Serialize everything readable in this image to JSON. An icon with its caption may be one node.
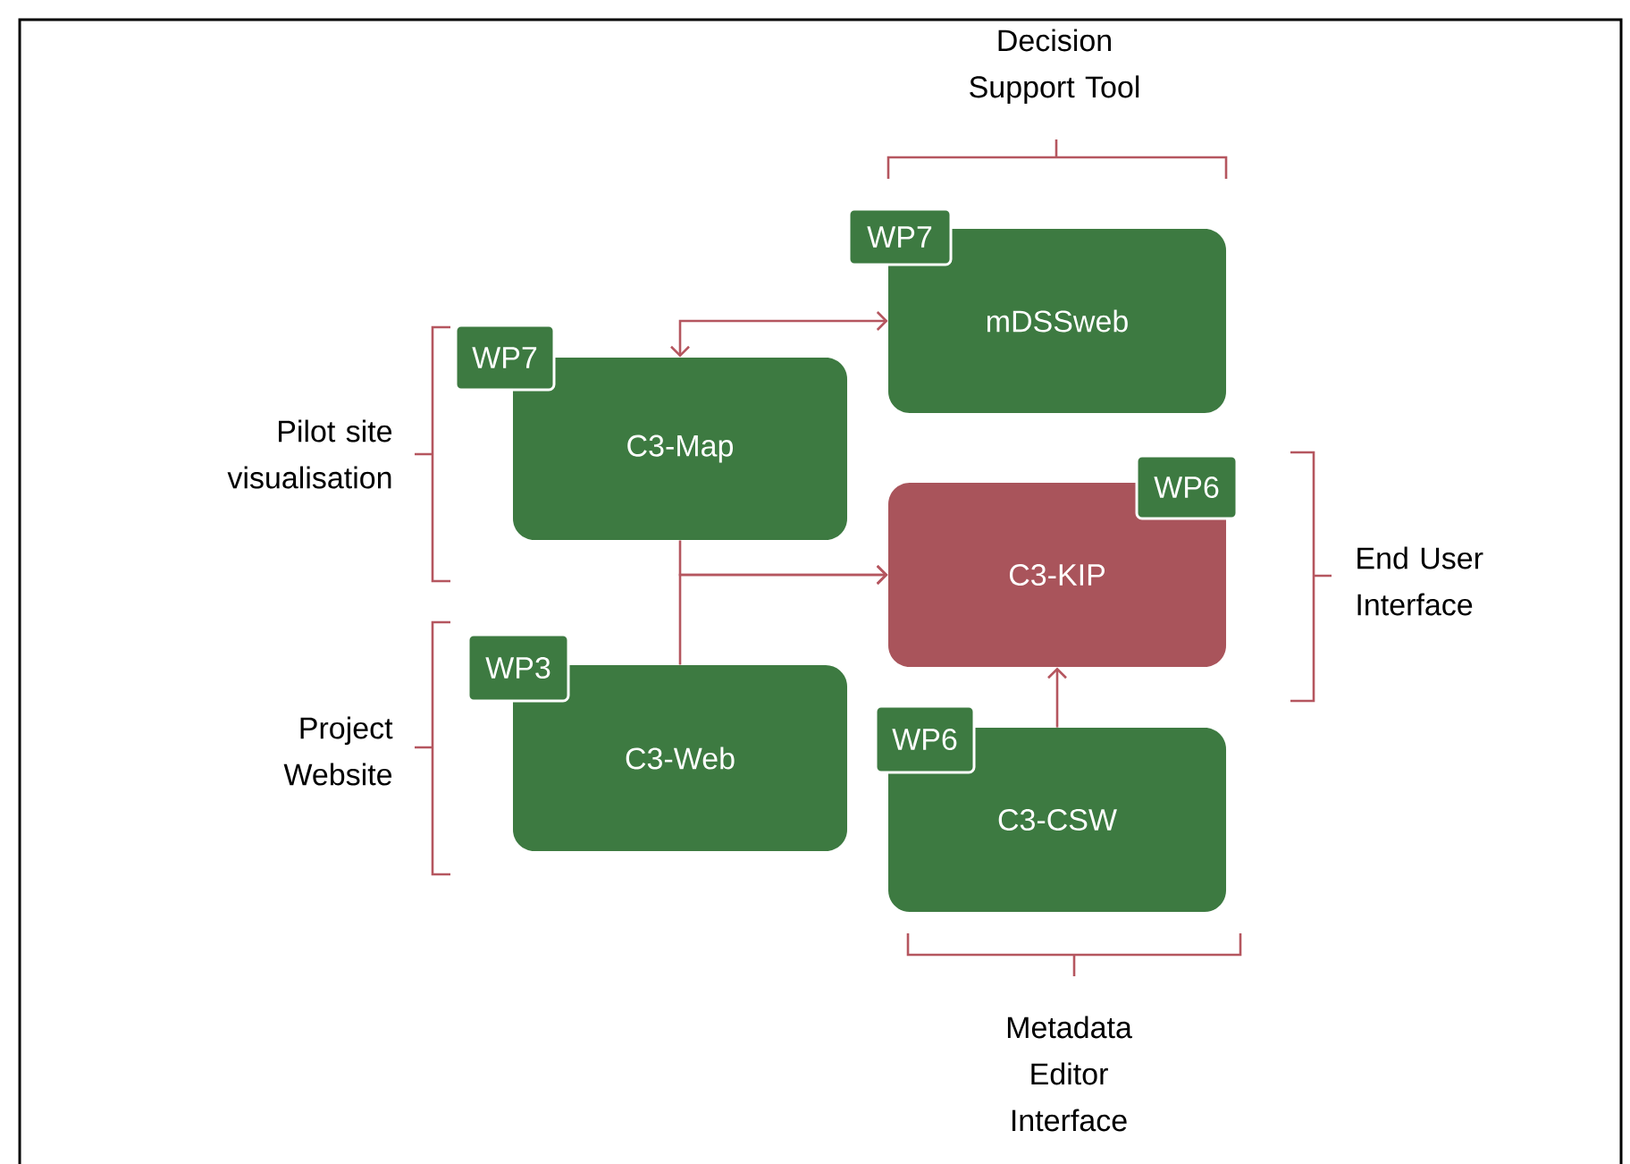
{
  "diagram": {
    "nodes": [
      {
        "text": [
          "WP7",
          "mDSSweb"
        ]
      },
      {
        "text": [
          "WP7",
          "C3-Map"
        ]
      },
      {
        "text": [
          "WP6",
          "C3-KIP"
        ]
      },
      {
        "text": [
          "WP3",
          "C3-Web"
        ]
      },
      {
        "text": [
          "WP6",
          "C3-CSW"
        ]
      }
    ],
    "edges": [
      {
        "from": 1,
        "to": 0,
        "arrow": "both"
      },
      {
        "from": 1,
        "to": 2,
        "arrow": "to"
      },
      {
        "from": 3,
        "to": 2,
        "arrow": "to"
      },
      {
        "from": 4,
        "to": 2,
        "arrow": "to"
      }
    ],
    "labels": [
      "Decision Support Tool",
      "Pilot site visualisation",
      "End User Interface",
      "Project Website",
      "Metadata Editor Interface"
    ]
  }
}
